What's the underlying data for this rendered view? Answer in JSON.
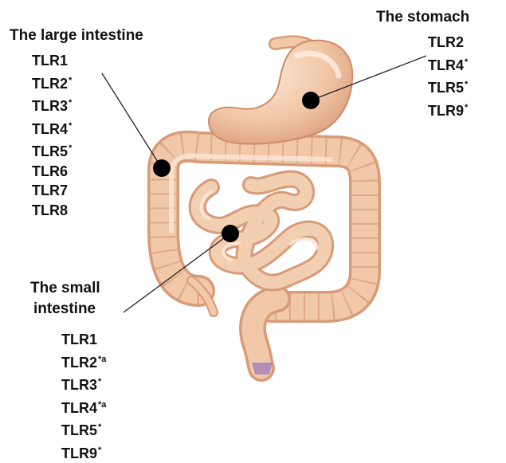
{
  "stomach": {
    "title": "The stomach",
    "receptors": [
      {
        "name": "TLR2",
        "mark": ""
      },
      {
        "name": "TLR4",
        "mark": "*"
      },
      {
        "name": "TLR5",
        "mark": "*"
      },
      {
        "name": "TLR9",
        "mark": "*"
      }
    ]
  },
  "large_intestine": {
    "title": "The large intestine",
    "receptors": [
      {
        "name": "TLR1",
        "mark": ""
      },
      {
        "name": "TLR2",
        "mark": "*"
      },
      {
        "name": "TLR3",
        "mark": "*"
      },
      {
        "name": "TLR4",
        "mark": "*"
      },
      {
        "name": "TLR5",
        "mark": "*"
      },
      {
        "name": "TLR6",
        "mark": ""
      },
      {
        "name": "TLR7",
        "mark": ""
      },
      {
        "name": "TLR8",
        "mark": ""
      }
    ]
  },
  "small_intestine": {
    "title_line1": "The small",
    "title_line2": "intestine",
    "receptors": [
      {
        "name": "TLR1",
        "mark": ""
      },
      {
        "name": "TLR2",
        "mark": "*a"
      },
      {
        "name": "TLR3",
        "mark": "*"
      },
      {
        "name": "TLR4",
        "mark": "*a"
      },
      {
        "name": "TLR5",
        "mark": "*"
      },
      {
        "name": "TLR9",
        "mark": "*"
      }
    ]
  },
  "colors": {
    "tissue": "#f1c9a9",
    "tissue_shade": "#d99a78",
    "tissue_highlight": "#fbe7d6",
    "marker": "#000000",
    "leader_line": "#222222"
  }
}
